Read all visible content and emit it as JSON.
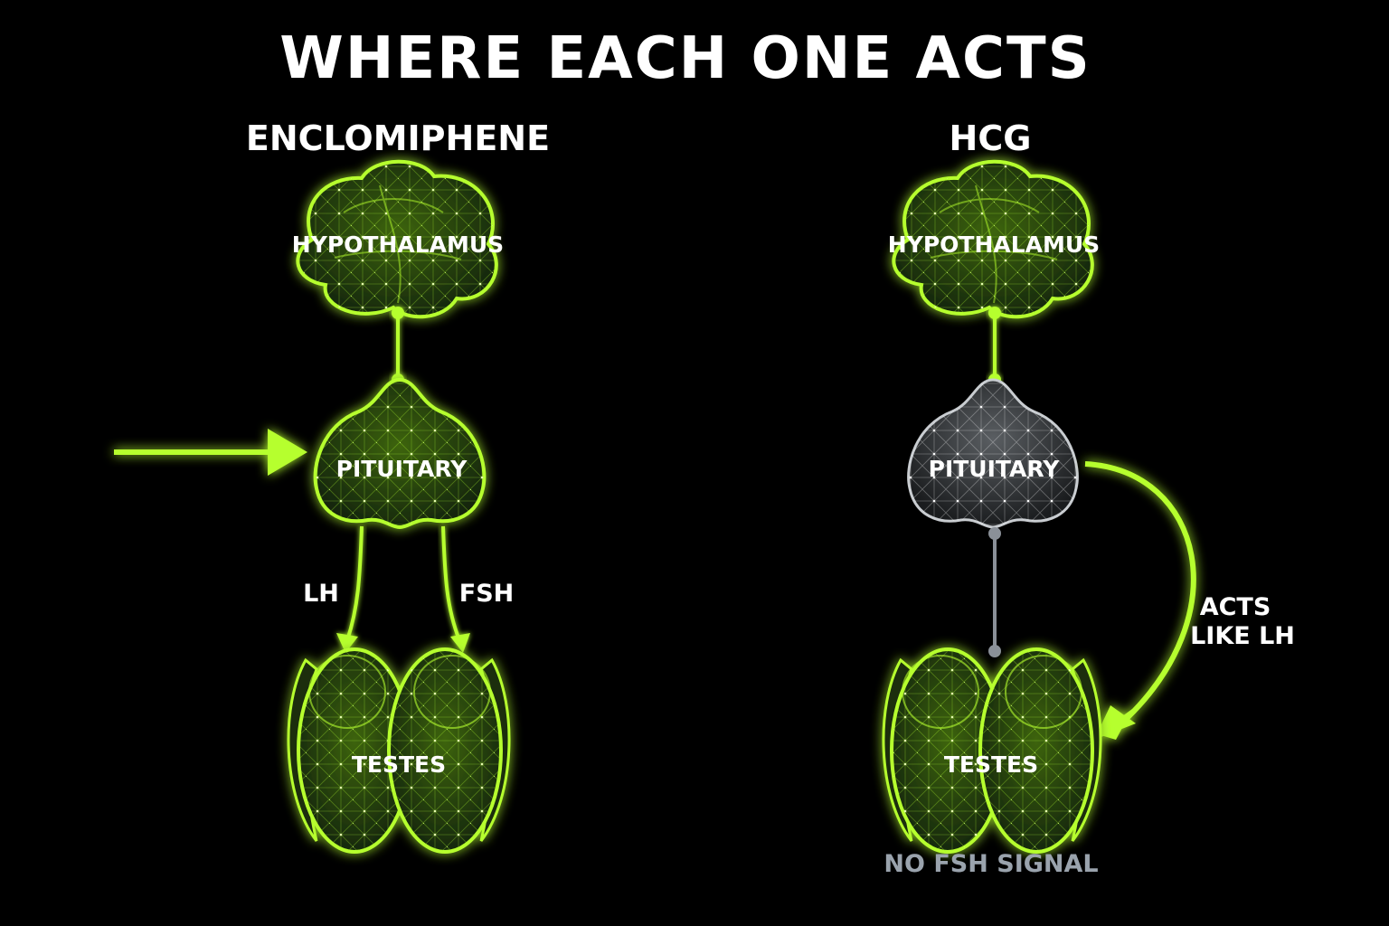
{
  "title": "WHERE EACH ONE ACTS",
  "colors": {
    "background": "#000000",
    "accent_green": "#b6ff2e",
    "organ_fill": "#2c4a08",
    "inactive_gray": "#8a9098",
    "inactive_fill": "#3a3d40"
  },
  "left": {
    "heading": "ENCLOMIPHENE",
    "hypothalamus": "HYPOTHALAMUS",
    "pituitary": "PITUITARY",
    "testes": "TESTES",
    "lh": "LH",
    "fsh": "FSH"
  },
  "right": {
    "heading": "HCG",
    "hypothalamus": "HYPOTHALAMUS",
    "pituitary": "PITUITARY",
    "testes": "TESTES",
    "acts_line1": "ACTS",
    "acts_line2": "LIKE LH",
    "no_fsh": "NO FSH SIGNAL"
  }
}
